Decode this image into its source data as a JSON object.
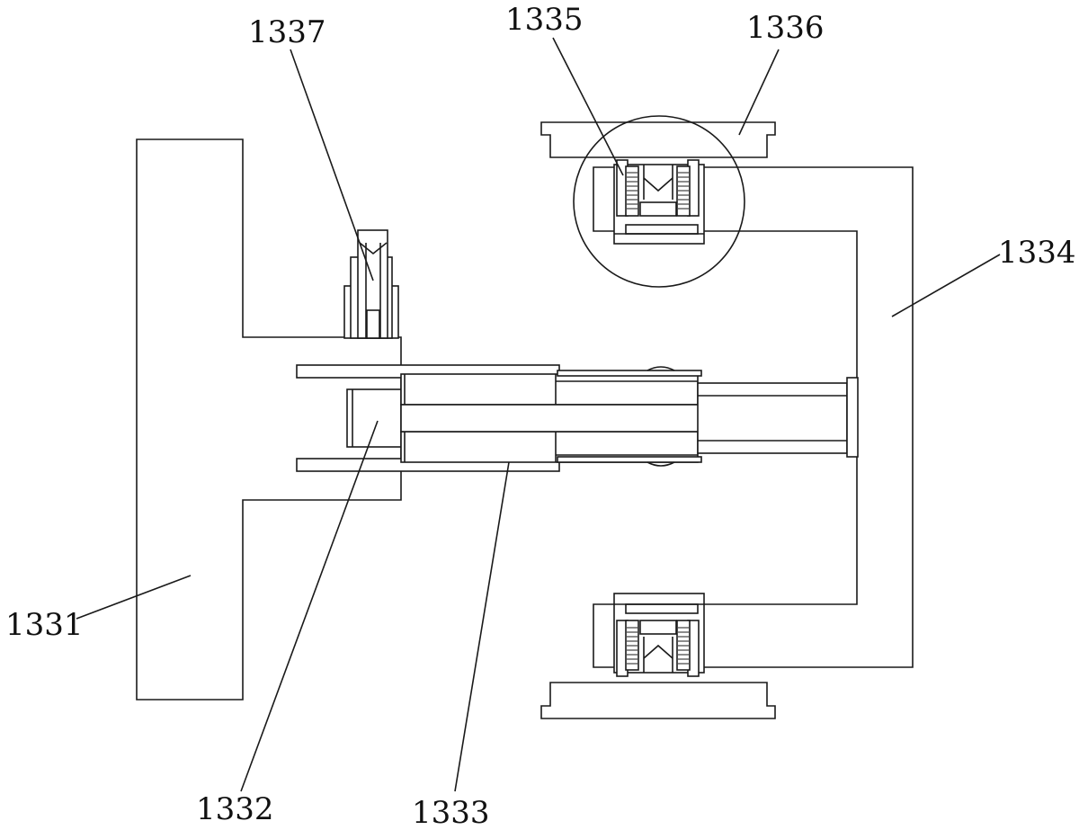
{
  "labels": {
    "l1331": "1331",
    "l1332": "1332",
    "l1333": "1333",
    "l1334": "1334",
    "l1335": "1335",
    "l1336": "1336",
    "l1337": "1337"
  },
  "colors": {
    "line": "#1a1a1a",
    "background": "#ffffff"
  }
}
